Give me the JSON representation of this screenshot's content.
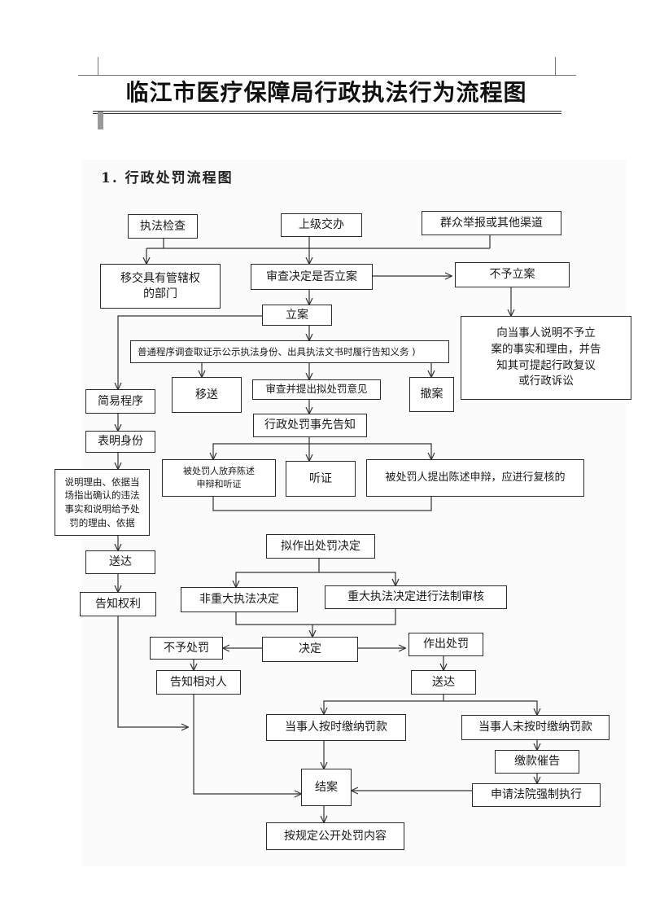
{
  "document": {
    "title": "临江市医疗保障局行政执法行为流程图"
  },
  "section": {
    "heading": "1. 行政处罚流程图"
  },
  "flowchart": {
    "nodes": {
      "law_inspection": "执法检查",
      "superior_assignment": "上级交办",
      "public_report": "群众举报或其他渠道",
      "transfer_dept": "移交具有管辖权\n的部门",
      "review_decision": "审查决定是否立案",
      "not_filed": "不予立案",
      "filed": "立案",
      "explain_not_filed": "向当事人说明不予立\n案的事实和理由，并告\n知其可提起行政复议\n或行政诉讼",
      "general_procedure": "普通程序调查取证示公示执法身份、出具执法文书时履行告知义务 )",
      "simple_procedure": "简易程序",
      "transfer": "移送",
      "review_propose": "审查并提出拟处罚意见",
      "withdraw": "撤案",
      "prior_notice": "行政处罚事先告知",
      "show_identity": "表明身份",
      "waive_statement": "被处罚人放弃陈述\n申辩和听证",
      "hearing": "听证",
      "statement_review": "被处罚人提出陈述申辩，应进行复核的",
      "explain_reasons": "说明理由、依据当\n场指出确认的违法\n事实和说明给予处\n罚的理由、依据",
      "draft_decision": "拟作出处罚决定",
      "deliver_simple": "送达",
      "non_major": "非重大执法决定",
      "major_review": "重大执法决定进行法制审核",
      "inform_rights": "告知权利",
      "no_penalty": "不予处罚",
      "decision": "决定",
      "make_penalty": "作出处罚",
      "notify_party": "告知相对人",
      "deliver": "送达",
      "pay_on_time": "当事人按时缴纳罚款",
      "not_pay_on_time": "当事人未按时缴纳罚款",
      "payment_reminder": "缴款催告",
      "close_case": "结案",
      "court_enforcement": "申请法院强制执行",
      "publish": "按规定公开处罚内容"
    }
  }
}
